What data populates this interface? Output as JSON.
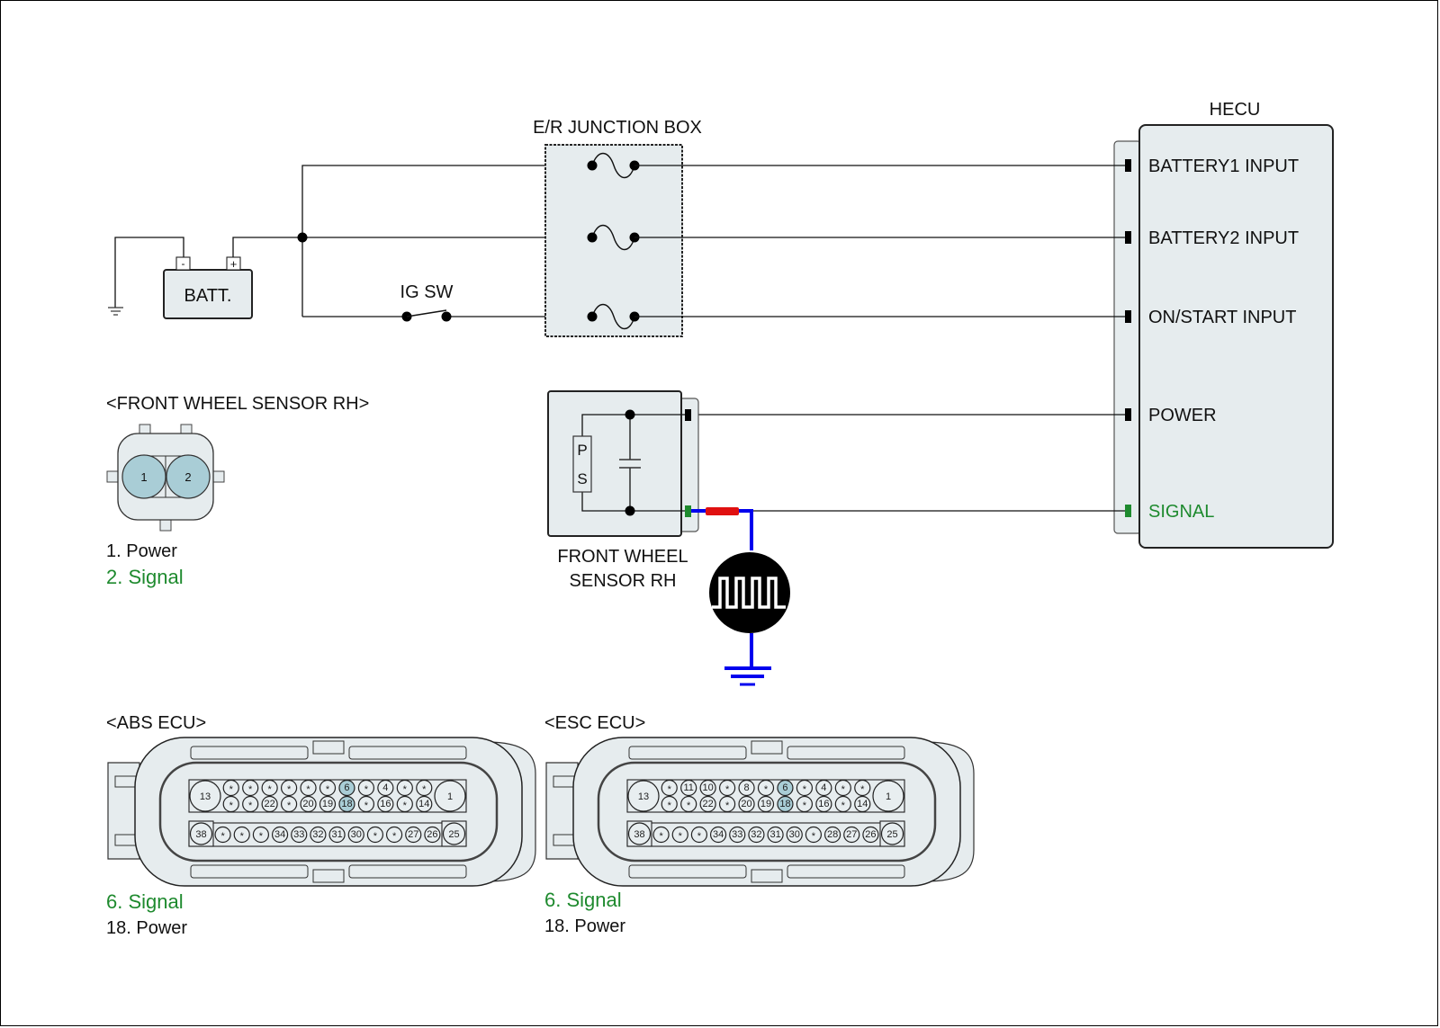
{
  "diagram": {
    "junction_box": {
      "title": "E/R JUNCTION BOX"
    },
    "battery": {
      "label": "BATT.",
      "neg_label": "-",
      "pos_label": "+"
    },
    "ig_switch": {
      "label": "IG SW"
    },
    "hecu": {
      "title": "HECU",
      "terminals": [
        {
          "label": "BATTERY1 INPUT",
          "highlight": false
        },
        {
          "label": "BATTERY2 INPUT",
          "highlight": false
        },
        {
          "label": "ON/START INPUT",
          "highlight": false
        },
        {
          "label": "POWER",
          "highlight": false
        },
        {
          "label": "SIGNAL",
          "highlight": true
        }
      ]
    },
    "sensor": {
      "label_line1": "FRONT WHEEL",
      "label_line2": "SENSOR RH",
      "element_p": "P",
      "element_s": "S"
    },
    "sensor_connector": {
      "title": "<FRONT WHEEL SENSOR RH>",
      "pins": [
        "1",
        "2"
      ],
      "legend": [
        {
          "text": "1. Power",
          "highlight": false
        },
        {
          "text": "2. Signal",
          "highlight": true
        }
      ]
    },
    "abs_ecu": {
      "title": "<ABS ECU>",
      "row1": [
        "*",
        "*",
        "*",
        "*",
        "*",
        "*",
        "6",
        "*",
        "4",
        "*",
        "*"
      ],
      "row2": [
        "*",
        "*",
        "22",
        "*",
        "20",
        "19",
        "18",
        "*",
        "16",
        "*",
        "14"
      ],
      "row3": [
        "*",
        "*",
        "*",
        "34",
        "33",
        "32",
        "31",
        "30",
        "*",
        "*",
        "27",
        "26"
      ],
      "big_left_top": "13",
      "big_right_top": "1",
      "big_left_bottom": "38",
      "big_right_bottom": "25",
      "highlighted": [
        "6",
        "18"
      ],
      "legend": [
        {
          "text": "6. Signal",
          "highlight": true
        },
        {
          "text": "18. Power",
          "highlight": false
        }
      ]
    },
    "esc_ecu": {
      "title": "<ESC ECU>",
      "row1": [
        "*",
        "11",
        "10",
        "*",
        "8",
        "*",
        "6",
        "*",
        "4",
        "*",
        "*"
      ],
      "row2": [
        "*",
        "*",
        "22",
        "*",
        "20",
        "19",
        "18",
        "*",
        "16",
        "*",
        "14"
      ],
      "row3": [
        "*",
        "*",
        "*",
        "34",
        "33",
        "32",
        "31",
        "30",
        "*",
        "28",
        "27",
        "26"
      ],
      "big_left_top": "13",
      "big_right_top": "1",
      "big_left_bottom": "38",
      "big_right_bottom": "25",
      "highlighted": [
        "6",
        "18"
      ],
      "legend": [
        {
          "text": "6. Signal",
          "highlight": true
        },
        {
          "text": "18. Power",
          "highlight": false
        }
      ]
    },
    "colors": {
      "signal_green": "#1e8a2e",
      "wire_blue": "#0000ee",
      "wire_red": "#e01010",
      "component_fill": "#e6ecee",
      "pin_highlight": "#a9cdd6"
    }
  }
}
